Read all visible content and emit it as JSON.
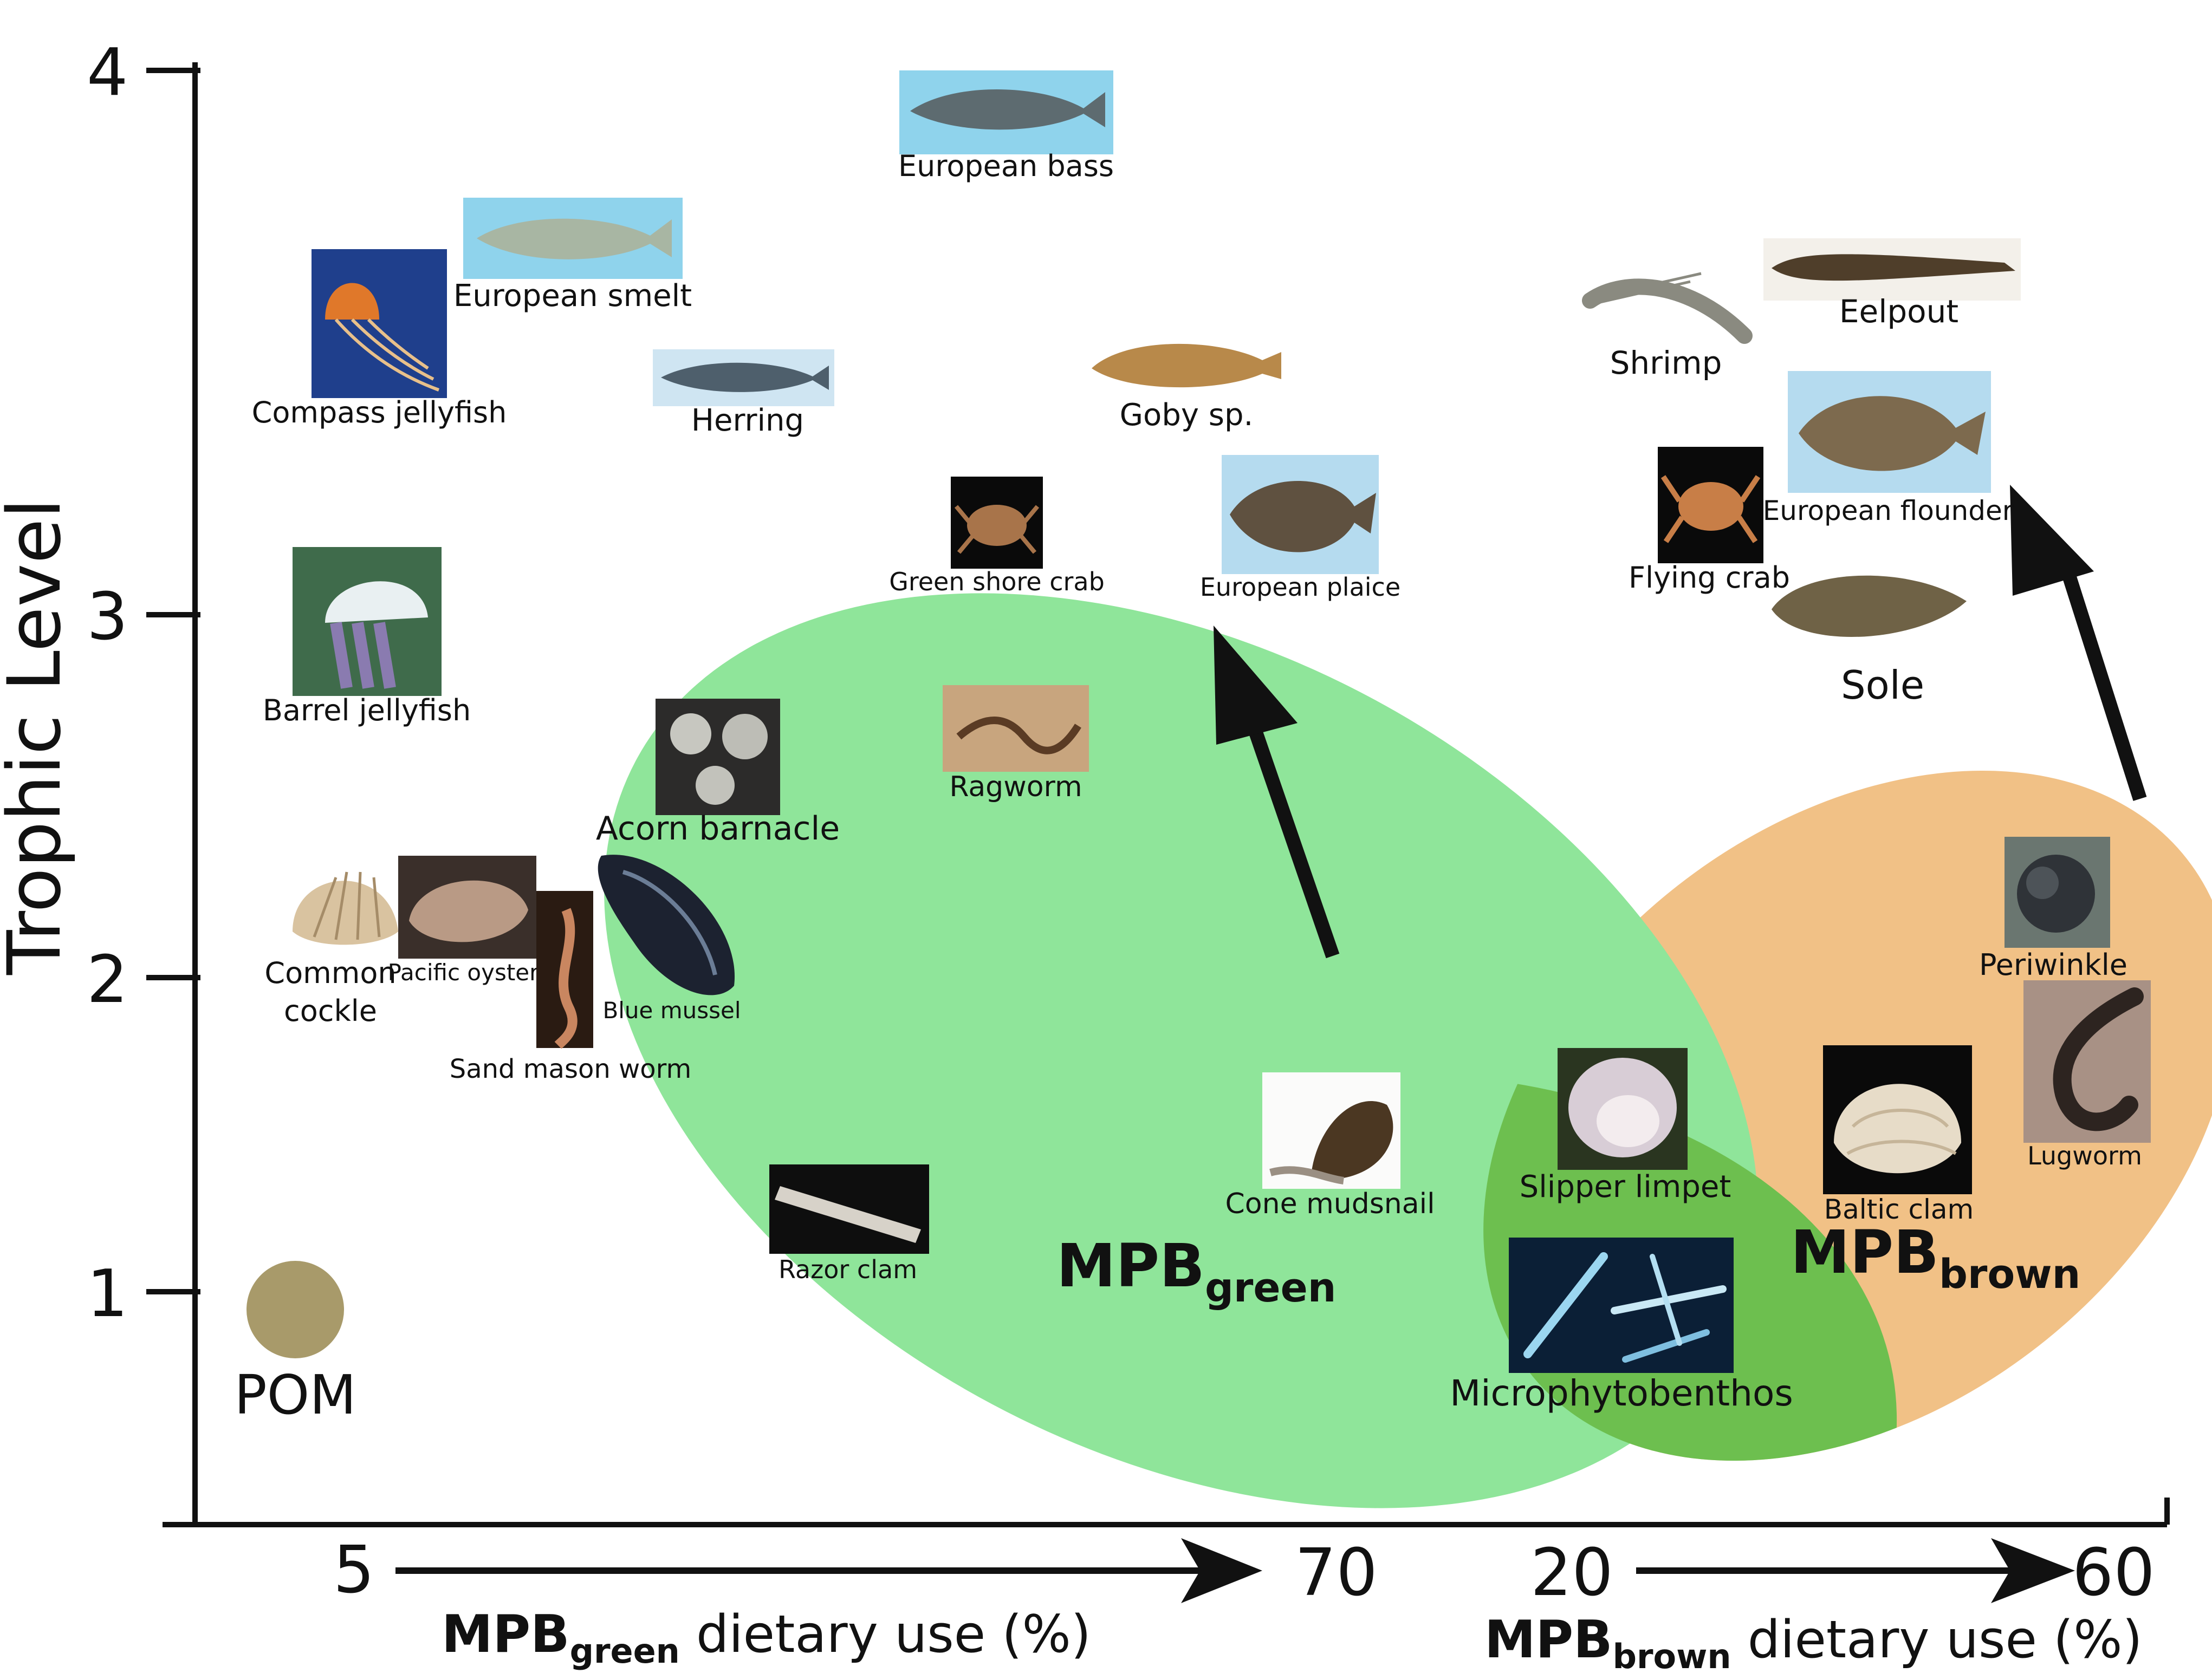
{
  "y_axis": {
    "title": "Trophic Level",
    "ticks": [
      "4",
      "3",
      "2",
      "1"
    ]
  },
  "x_axis": {
    "green_start": "5",
    "green_end": "70",
    "brown_start": "20",
    "brown_end": "60",
    "green_label_main": "MPB",
    "green_label_sub": "green",
    "green_label_rest": " dietary use (%)",
    "brown_label_main": "MPB",
    "brown_label_sub": "brown",
    "brown_label_rest": " dietary use (%)"
  },
  "regions": {
    "green_main": "MPB",
    "green_sub": "green",
    "brown_main": "MPB",
    "brown_sub": "brown"
  },
  "pom": "POM",
  "species": {
    "european_bass": "European bass",
    "european_smelt": "European smelt",
    "compass_jellyfish": "Compass jellyfish",
    "herring": "Herring",
    "goby": "Goby sp.",
    "shrimp": "Shrimp",
    "eelpout": "Eelpout",
    "european_flounder": "European flounder",
    "flying_crab": "Flying crab",
    "green_shore_crab": "Green shore crab",
    "european_plaice": "European plaice",
    "sole": "Sole",
    "barrel_jellyfish": "Barrel jellyfish",
    "acorn_barnacle": "Acorn barnacle",
    "ragworm": "Ragworm",
    "common_cockle_1": "Common",
    "common_cockle_2": "cockle",
    "pacific_oyster": "Pacific oyster",
    "blue_mussel": "Blue mussel",
    "sand_mason_worm": "Sand mason worm",
    "periwinkle": "Periwinkle",
    "lugworm": "Lugworm",
    "slipper_limpet": "Slipper limpet",
    "baltic_clam": "Baltic clam",
    "cone_mudsnail": "Cone mudsnail",
    "razor_clam": "Razor clam",
    "microphytobenthos": "Microphytobenthos"
  },
  "colors": {
    "green_region": "#8fe59a",
    "brown_region": "#f1c186",
    "overlap": "#6dbf4f",
    "pom_dot": "#a89a6a",
    "water_blue": "#8fd3ec"
  }
}
